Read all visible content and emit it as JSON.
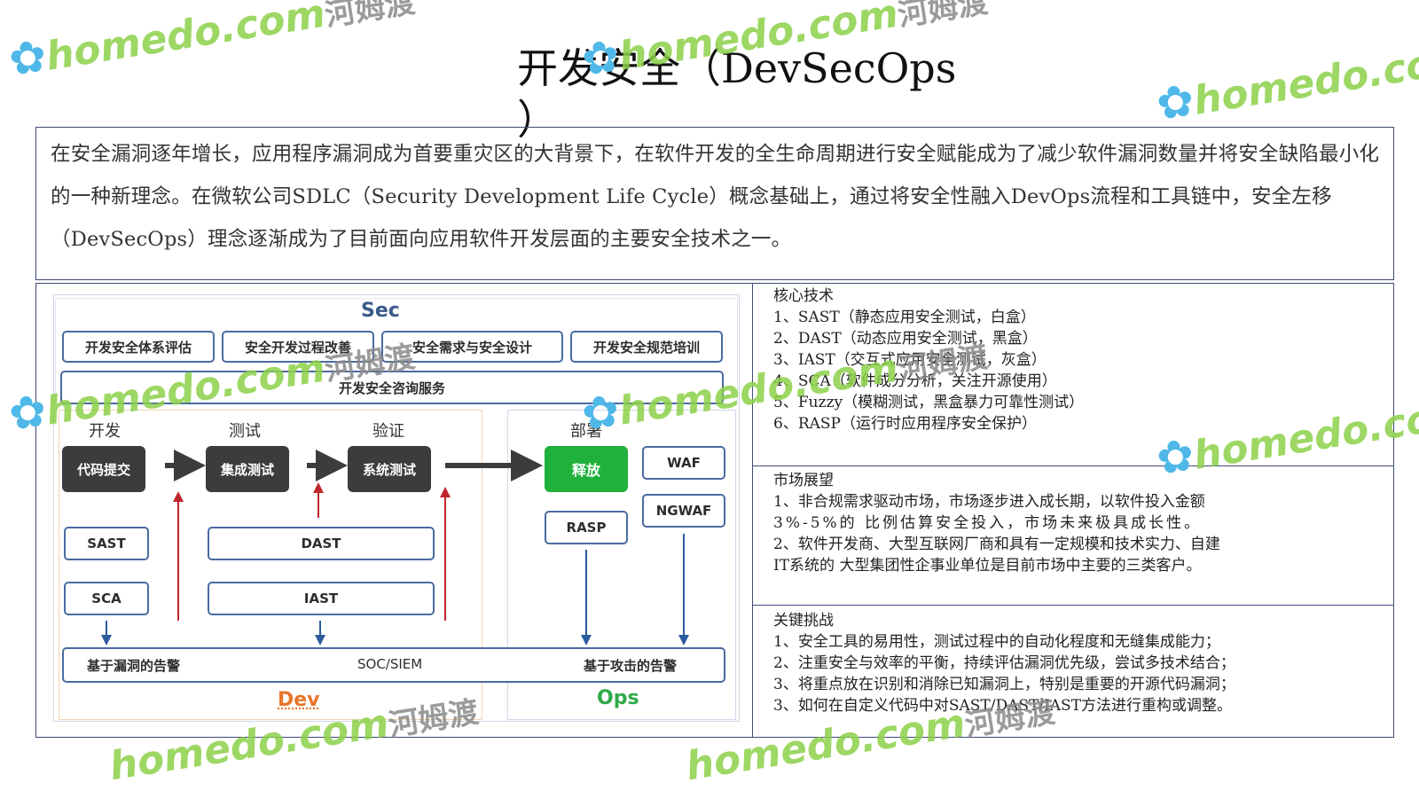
{
  "title": "开发安全（DevSecOps\n）",
  "intro": "在安全漏洞逐年增长，应用程序漏洞成为首要重灾区的大背景下，在软件开发的全生命周期进行安全赋能成为了减少软件漏洞数量并将安全缺陷最小化的一种新理念。在微软公司SDLC（Security Development Life Cycle）概念基础上，通过将安全性融入DevOps流程和工具链中，安全左移（DevSecOps）理念逐渐成为了目前面向应用软件开发层面的主要安全技术之一。",
  "diagram": {
    "sec_label": "Sec",
    "sec_items": [
      "开发安全体系评估",
      "安全开发过程改善",
      "安全需求与安全设计",
      "开发安全规范培训"
    ],
    "consulting": "开发安全咨询服务",
    "stages": [
      "开发",
      "测试",
      "验证",
      "部署"
    ],
    "pipeline": [
      "代码提交",
      "集成测试",
      "系统测试",
      "释放"
    ],
    "tools": {
      "sast": "SAST",
      "sca": "SCA",
      "dast": "DAST",
      "iast": "IAST",
      "waf": "WAF",
      "ngwaf": "NGWAF",
      "rasp": "RASP"
    },
    "bottom": {
      "vuln_alert": "基于漏洞的告警",
      "soc": "SOC/SIEM",
      "attack_alert": "基于攻击的告警"
    },
    "dev_label": "Dev",
    "ops_label": "Ops",
    "colors": {
      "dev": "#e8762a",
      "ops": "#2faa48",
      "release": "#1fb13c",
      "box_border": "#4a6aa0",
      "arrow_red": "#c0262d"
    }
  },
  "core_tech": {
    "heading": "核心技术",
    "items": [
      "1、SAST（静态应用安全测试，白盒）",
      "2、DAST（动态应用安全测试，黑盒）",
      "3、IAST（交互式应用安全测试，灰盒）",
      "4、SCA（软件成分分析，关注开源使用）",
      "5、Fuzzy（模糊测试，黑盒暴力可靠性测试）",
      "6、RASP（运行时应用程序安全保护）"
    ]
  },
  "market": {
    "heading": "市场展望",
    "lines": [
      "1、非合规需求驱动市场，市场逐步进入成长期，以软件投入金额",
      "3%-5%的 比例估算安全投入，市场未来极具成长性。",
      "2、软件开发商、大型互联网厂商和具有一定规模和技术实力、自建",
      "IT系统的 大型集团性企事业单位是目前市场中主要的三类客户。"
    ]
  },
  "challenges": {
    "heading": "关键挑战",
    "items": [
      "1、安全工具的易用性，测试过程中的自动化程度和无缝集成能力；",
      "2、注重安全与效率的平衡，持续评估漏洞优先级，尝试多技术结合；",
      "3、将重点放在识别和消除已知漏洞上，特别是重要的开源代码漏洞；",
      "3、如何在自定义代码中对SAST/DAST/IAST方法进行重构或调整。"
    ]
  },
  "watermark": {
    "en": "homedo.com",
    "cn": "河姆渡"
  }
}
